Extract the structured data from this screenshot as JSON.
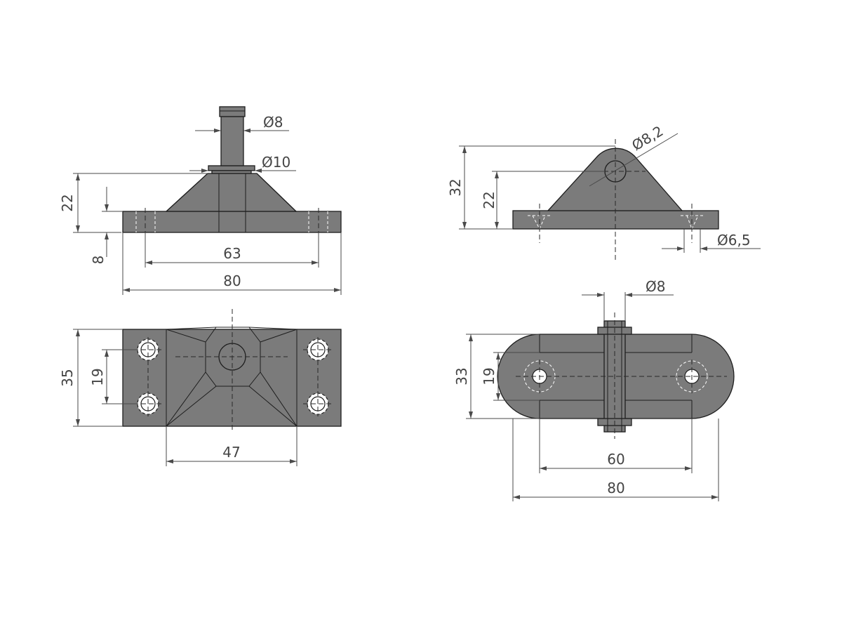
{
  "colors": {
    "part_fill": "#7b7b7b",
    "part_fill_dark": "#6a6a6a",
    "part_fill_light": "#8c8c8c",
    "line": "#1e1e1e",
    "dimension": "#4a4a4a"
  },
  "left_views": {
    "front": {
      "dia_stud": "Ø8",
      "dia_collar": "Ø10",
      "height_total": "22",
      "height_base": "8",
      "hole_spacing": "63",
      "length": "80"
    },
    "top": {
      "width": "35",
      "hole_pitch": "19",
      "pyramid_width": "47"
    }
  },
  "right_views": {
    "front": {
      "height_total": "32",
      "height_pin": "22",
      "dia_pin_hole": "Ø8,2",
      "dia_mount_hole": "Ø6,5"
    },
    "top": {
      "dia_pin": "Ø8",
      "width": "33",
      "slot_width": "19",
      "hole_spacing": "60",
      "length": "80"
    }
  }
}
